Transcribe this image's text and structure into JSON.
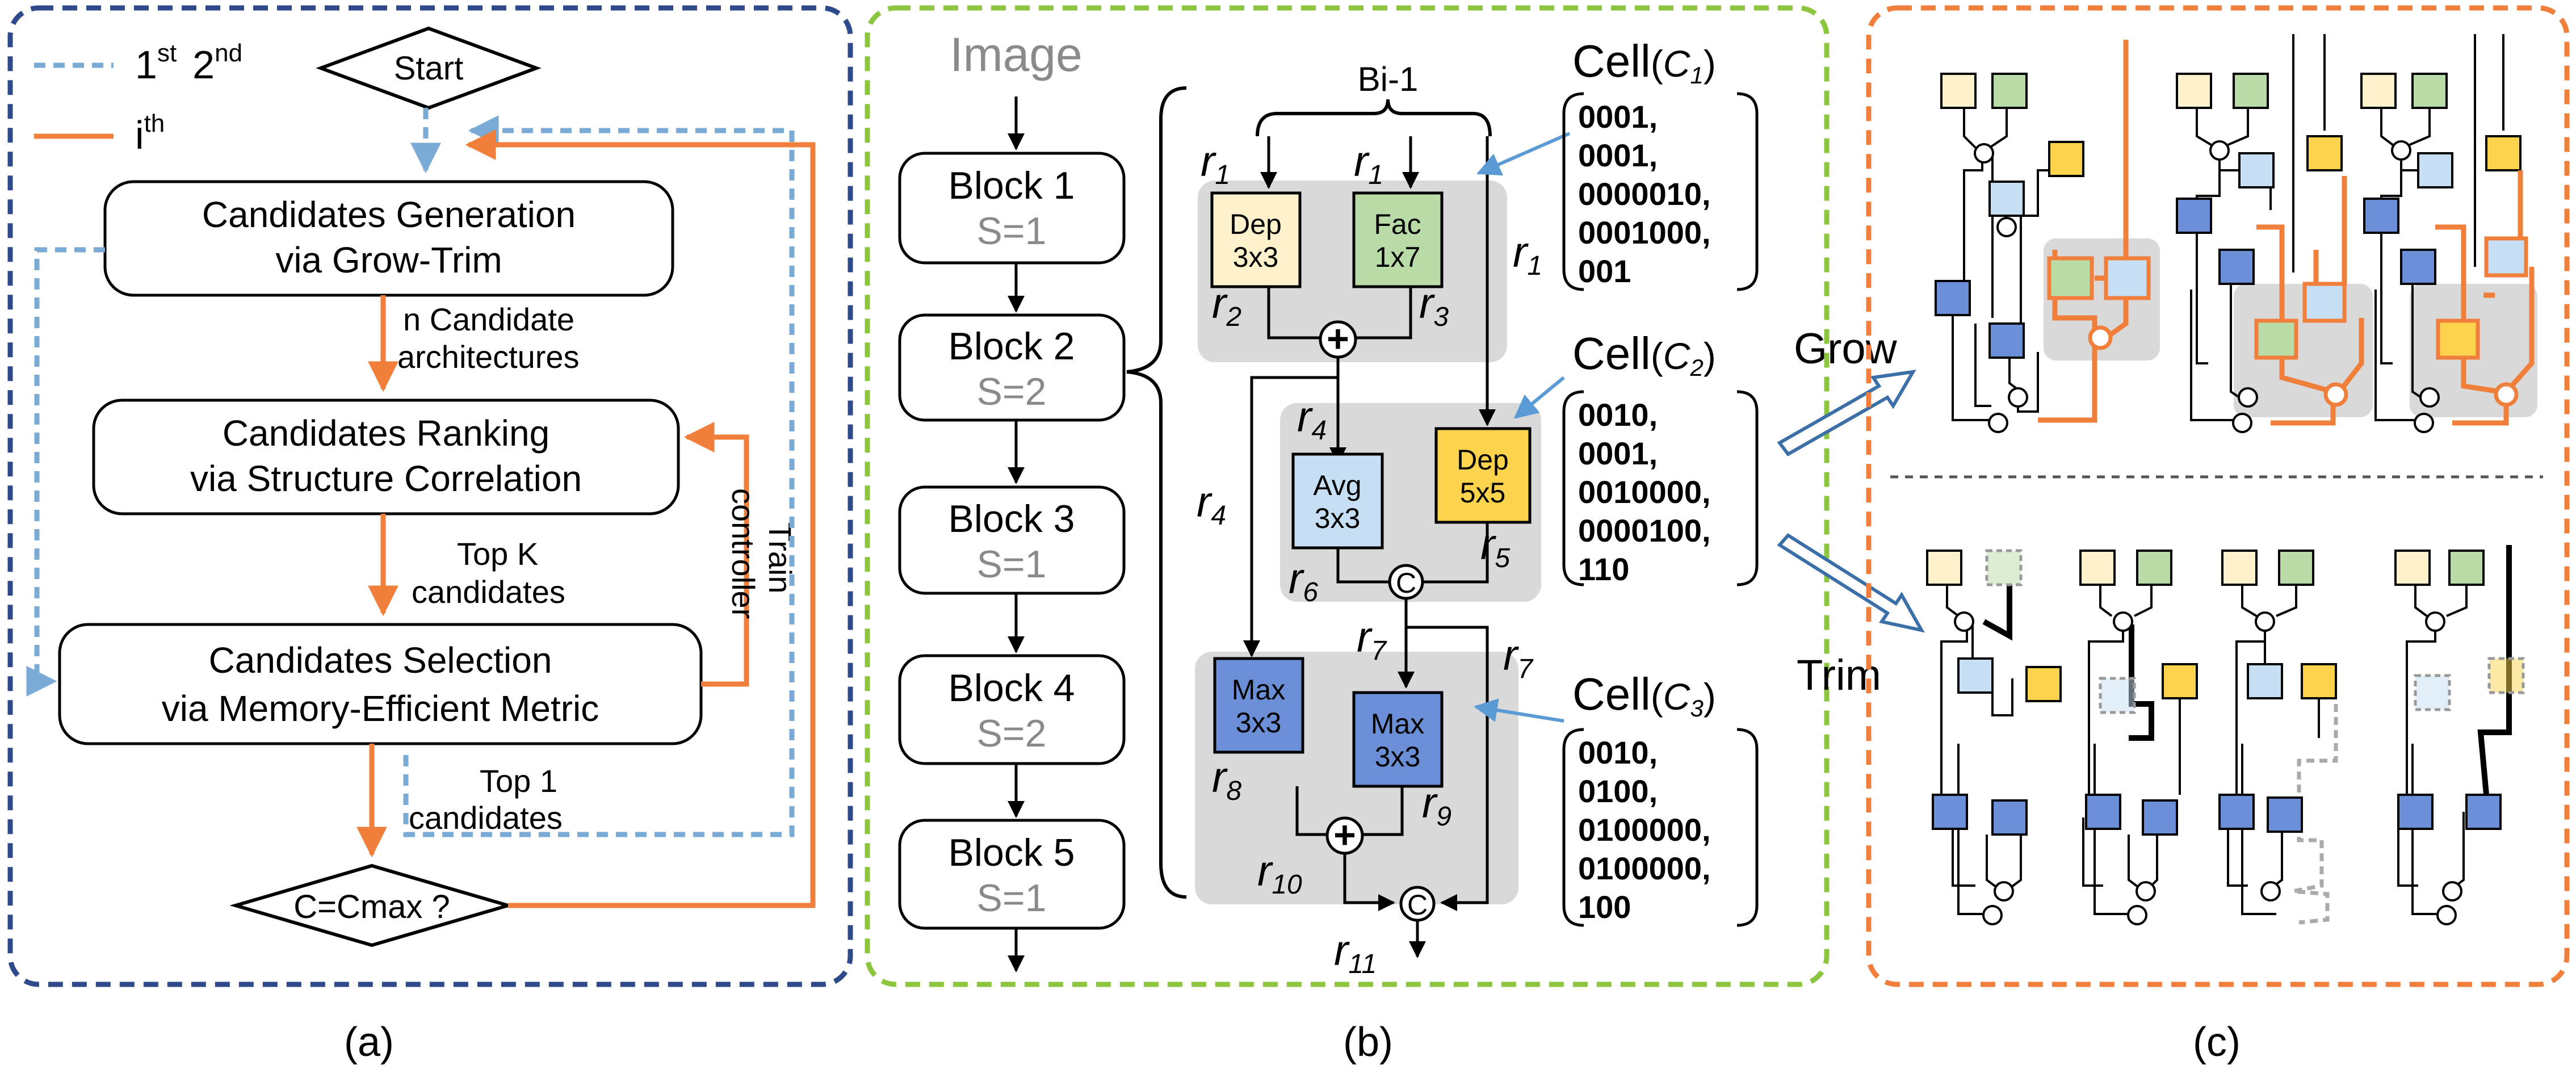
{
  "panel_a": {
    "legend_dashed_label": "1",
    "legend_dashed_sup1": "st",
    "legend_dashed_label2": "2",
    "legend_dashed_sup2": "nd",
    "legend_solid_label": "i",
    "legend_solid_sup": "th",
    "start": "Start",
    "gen_line1": "Candidates Generation",
    "gen_line2": "via Grow-Trim",
    "arrow1_line1": "n Candidate",
    "arrow1_line2": "architectures",
    "rank_line1": "Candidates Ranking",
    "rank_line2": "via Structure Correlation",
    "arrow2_line1": "Top K",
    "arrow2_line2": "candidates",
    "train_line1": "Train",
    "train_line2": "controller",
    "sel_line1": "Candidates Selection",
    "sel_line2": "via Memory-Efficient Metric",
    "arrow3_line1": "Top 1",
    "arrow3_line2": "candidates",
    "cond": "C=Cmax ?",
    "caption": "(a)"
  },
  "panel_b": {
    "image_label": "Image",
    "blocks": [
      {
        "name": "Block 1",
        "stride": "S=1"
      },
      {
        "name": "Block 2",
        "stride": "S=2"
      },
      {
        "name": "Block 3",
        "stride": "S=1"
      },
      {
        "name": "Block 4",
        "stride": "S=2"
      },
      {
        "name": "Block 5",
        "stride": "S=1"
      }
    ],
    "input_label": "Bi-1",
    "ops": {
      "dep33": [
        "Dep",
        "3x3"
      ],
      "fac17": [
        "Fac",
        "1x7"
      ],
      "avg33": [
        "Avg",
        "3x3"
      ],
      "dep55": [
        "Dep",
        "5x5"
      ],
      "max33a": [
        "Max",
        "3x3"
      ],
      "max33b": [
        "Max",
        "3x3"
      ]
    },
    "plus": "+",
    "concat": "C",
    "r": "r",
    "sub": {
      "r1": "1",
      "r2": "2",
      "r3": "3",
      "r4": "4",
      "r5": "5",
      "r6": "6",
      "r7": "7",
      "r8": "8",
      "r9": "9",
      "r10": "10",
      "r11": "11"
    },
    "cells": [
      {
        "title": "Cell",
        "param": "C",
        "sub": "1",
        "codes": [
          "0001,",
          "0001,",
          "0000010,",
          "0001000,",
          "001"
        ]
      },
      {
        "title": "Cell",
        "param": "C",
        "sub": "2",
        "codes": [
          "0010,",
          "0001,",
          "0010000,",
          "0000100,",
          "110"
        ]
      },
      {
        "title": "Cell",
        "param": "C",
        "sub": "3",
        "codes": [
          "0010,",
          "0100,",
          "0100000,",
          "0100000,",
          "100"
        ]
      }
    ],
    "caption": "(b)"
  },
  "panel_c": {
    "grow": "Grow",
    "trim": "Trim",
    "caption": "(c)"
  },
  "colors": {
    "navy_border": "#2f4a8a",
    "green_border": "#8cc63f",
    "orange_border": "#f07f3c",
    "dashed_blue": "#7aaad6",
    "orange": "#f07f3c",
    "dep3": "#fdf2cc",
    "fac": "#b9dba8",
    "avg": "#c6dff4",
    "dep5": "#fcd34d",
    "max": "#6b8fd6",
    "gray_region": "#d9d9d9",
    "callout_blue": "#5b9bd5"
  }
}
